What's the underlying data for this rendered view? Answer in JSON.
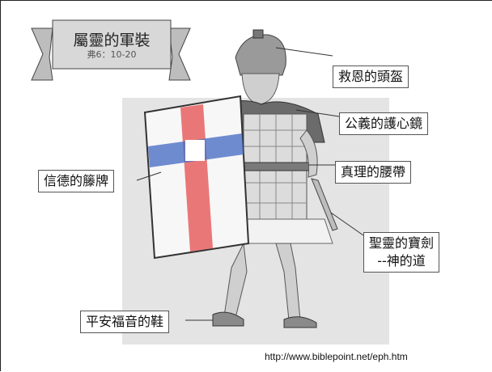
{
  "banner": {
    "title": "屬靈的軍裝",
    "subtitle": "弗6：10-20"
  },
  "labels": {
    "helmet": "救恩的頭盔",
    "breastplate": "公義的護心鏡",
    "belt": "真理的腰帶",
    "shield": "信德的籐牌",
    "sword_line1": "聖靈的寶劍",
    "sword_line2": "--神的道",
    "shoes": "平安福音的鞋"
  },
  "footer": {
    "url": "http://www.biblepoint.net/eph.htm"
  },
  "colors": {
    "shield_cross_red": "#e86060",
    "shield_cross_blue": "#4b6fc4",
    "banner_fill": "#d8d8d8"
  }
}
